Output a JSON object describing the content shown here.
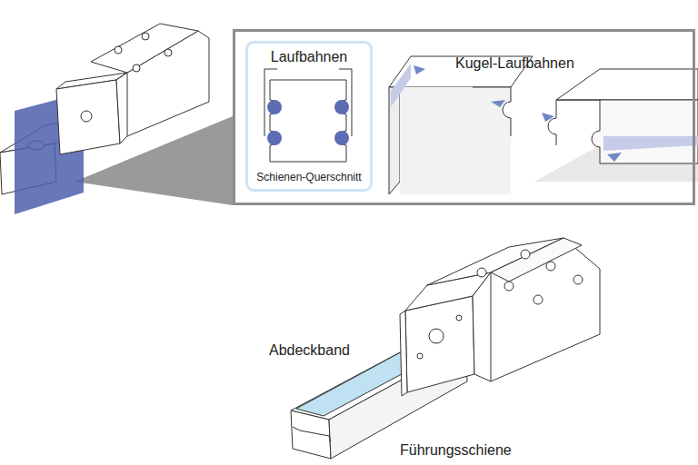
{
  "diagram": {
    "nodes": [
      {
        "text": [
          "Kugel-Laufbahnen"
        ]
      },
      {
        "text": [
          "Laufbahnen",
          "Schienen-Querschnitt"
        ],
        "in": 0
      }
    ],
    "labels": [
      "Abdeckband",
      "Führungsschiene"
    ]
  }
}
